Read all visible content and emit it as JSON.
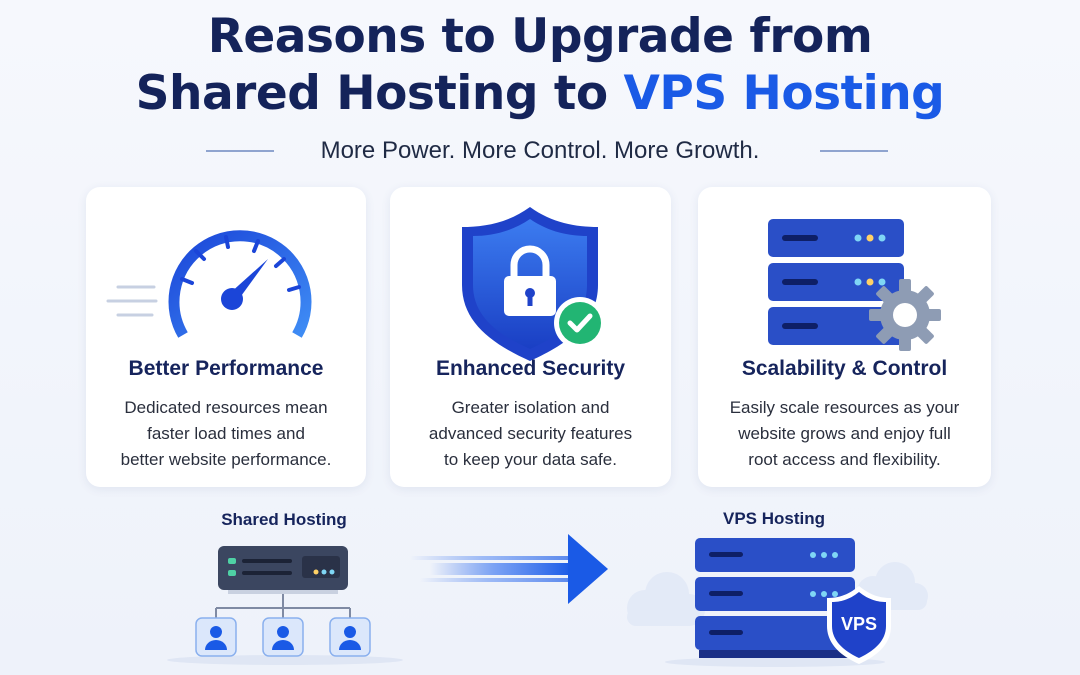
{
  "title": {
    "line1": "Reasons to Upgrade from",
    "line2_prefix": "Shared Hosting to ",
    "line2_accent": "VPS Hosting"
  },
  "subtitle": "More Power. More Control. More Growth.",
  "cards": [
    {
      "icon": "speedometer-icon",
      "title": "Better Performance",
      "desc_lines": [
        "Dedicated resources mean",
        "faster load times and",
        "better website performance."
      ]
    },
    {
      "icon": "shield-lock-icon",
      "title": "Enhanced Security",
      "desc_lines": [
        "Greater isolation and",
        "advanced security features",
        "to keep your data safe."
      ]
    },
    {
      "icon": "server-gear-icon",
      "title": "Scalability & Control",
      "desc_lines": [
        "Easily scale resources as your",
        "website grows and enjoy full",
        "root access and flexibility."
      ]
    }
  ],
  "bottom": {
    "shared_label": "Shared Hosting",
    "vps_label": "VPS Hosting",
    "vps_badge": "VPS"
  },
  "colors": {
    "navy": "#14235a",
    "accent": "#1a5ae6",
    "server_blue": "#2a4fc7",
    "check_green": "#22b573"
  }
}
